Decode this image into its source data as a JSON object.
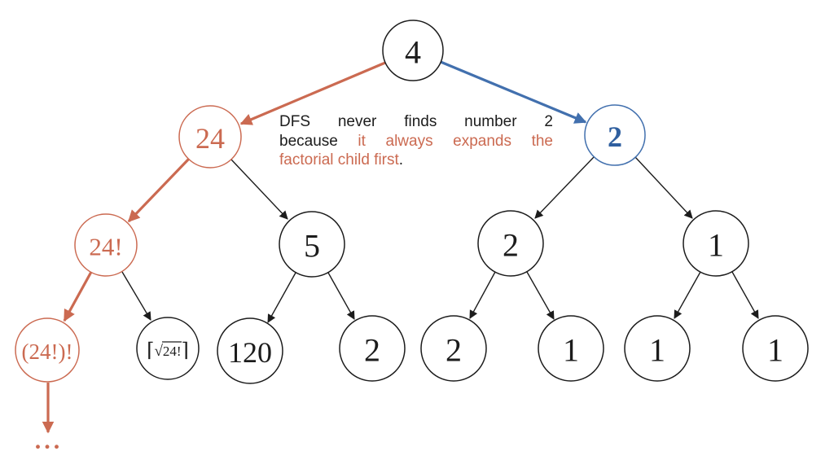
{
  "colors": {
    "orange": "#cb6a51",
    "blue_arrow": "#4270ae",
    "blue_text": "#2f5f9f",
    "black": "#1c1c1c"
  },
  "caption": {
    "line1": [
      "DFS",
      "never",
      "finds",
      "number",
      "2"
    ],
    "line2_black": "because",
    "line2_orange": [
      "it",
      "always",
      "expands",
      "the"
    ],
    "line3_orange": "factorial child first",
    "line3_black": "."
  },
  "nodes": {
    "root": {
      "label": "4"
    },
    "l1_24": {
      "label": "24"
    },
    "l1_2": {
      "label": "2"
    },
    "l2_24f": {
      "label": "24!"
    },
    "l2_5": {
      "label": "5"
    },
    "l2_2": {
      "label": "2"
    },
    "l2_1": {
      "label": "1"
    },
    "l3_24ff": {
      "label": "(24!)!"
    },
    "l3_sqrt": {
      "open": "⌈",
      "radical": "√",
      "radicand": "24!",
      "close": "⌉"
    },
    "l3_120": {
      "label": "120"
    },
    "l3_2a": {
      "label": "2"
    },
    "l3_2b": {
      "label": "2"
    },
    "l3_1a": {
      "label": "1"
    },
    "l3_1b": {
      "label": "1"
    },
    "l3_1c": {
      "label": "1"
    }
  },
  "ellipsis": "..."
}
